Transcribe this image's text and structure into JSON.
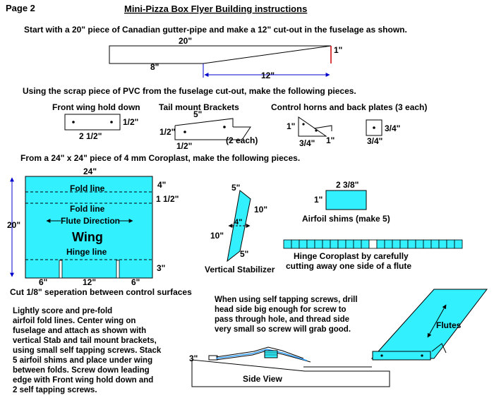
{
  "page_label": "Page 2",
  "title": "Mini-Pizza Box Flyer Building instructions",
  "step1_text": "Start with a 20\" piece of Canadian gutter-pipe and make a 12\" cut-out in the fuselage as shown.",
  "fuselage": {
    "dim_length": "20\"",
    "dim_height": "1\"",
    "dim_start": "8\"",
    "dim_cut": "12\""
  },
  "step2_text": "Using the scrap piece of PVC from the fuselage cut-out, make the following pieces.",
  "front_hold": {
    "label": "Front wing hold down",
    "dim_h": "1/2\"",
    "dim_w": "2 1/2\""
  },
  "tail_brackets": {
    "label": "Tail mount Brackets",
    "dim_w": "5\"",
    "dim_h": "1/2\"",
    "dim_d": "1/2\"",
    "count": "(2 each)"
  },
  "control_horns": {
    "label": "Control horns and back plates (3 each)",
    "horn_h": "1\"",
    "horn_w": "3/4\"",
    "horn_base": "1\"",
    "plate_h": "3/4\"",
    "plate_w": "3/4\""
  },
  "step3_text": "From a 24\" x 24\" piece of 4 mm Coroplast, make the following pieces.",
  "wing": {
    "dim_width": "24\"",
    "dim_height": "20\"",
    "dim_top": "4\"",
    "dim_mid": "1 1/2\"",
    "dim_bottom": "3\"",
    "fold_line_1": "Fold line",
    "fold_line_2": "Fold line",
    "flute_label": "Flute Direction",
    "wing_label": "Wing",
    "hinge_label": "Hinge line",
    "seg_left": "6\"",
    "seg_mid": "12\"",
    "seg_right": "6\"",
    "cut_note": "Cut 1/8\" seperation between control surfaces"
  },
  "stabilizer": {
    "label": "Vertical Stabilizer",
    "dim_top": "5\"",
    "dim_right": "10\"",
    "dim_mid": "4\"",
    "dim_left": "10\"",
    "dim_bottom": "5\""
  },
  "airfoil": {
    "dim_w": "2 3/8\"",
    "dim_h": "1\"",
    "label": "Airfoil shims (make 5)"
  },
  "hinge": {
    "label_1": "Hinge Coroplast by carefully",
    "label_2": "cutting away one side of a flute"
  },
  "screw_note": "When using self tapping screws, drill\nhead side big enough for screw to\npass through hole, and thread side\nvery small so screw will grab good.",
  "instructions": "Lightly score and pre-fold\nairfoil fold lines. Center wing on\nfuselage and attach as shown with\nvertical Stab and tail mount brackets,\nusing small self tapping screws. Stack\n5 airfoil shims and place under wing\nbetween folds. Screw down leading\nedge with Front wing hold down and\n2 self tapping screws.",
  "side_view": {
    "dim": "3\"",
    "flutes_label": "Flutes",
    "label": "Side View"
  },
  "colors": {
    "cyan": "#33f0ff",
    "dim_blue": "#0000cc",
    "cut_red": "#cc0000"
  }
}
